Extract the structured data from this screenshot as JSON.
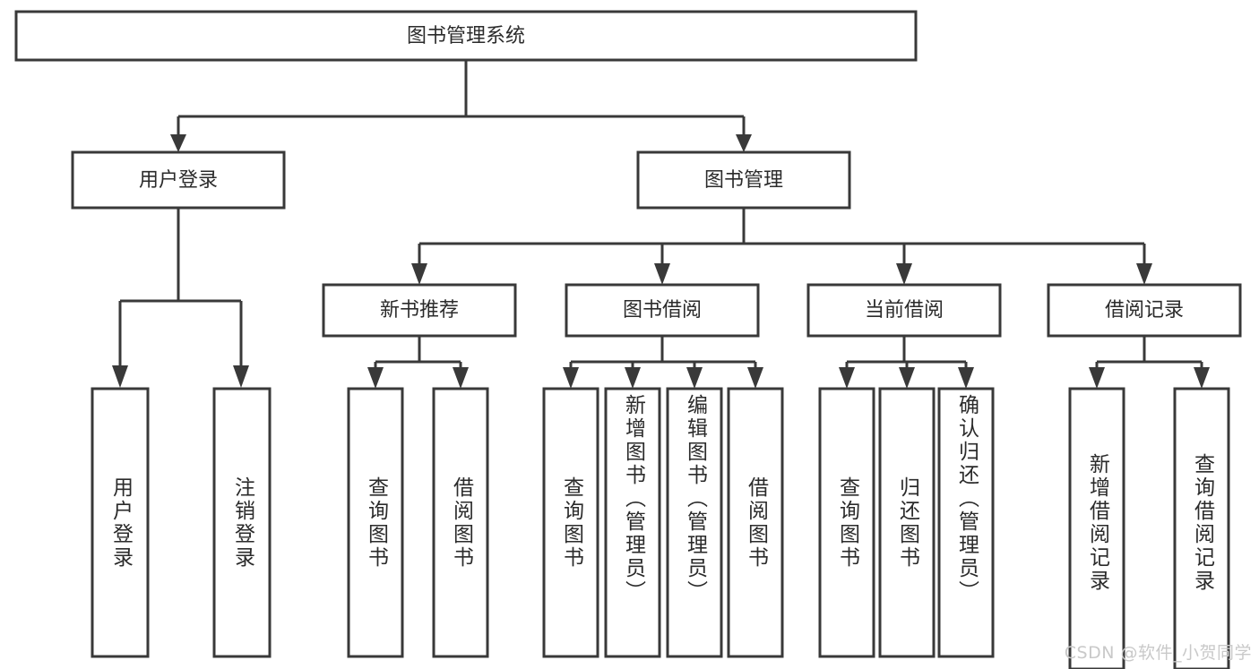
{
  "diagram": {
    "type": "tree",
    "orientation": "top-down",
    "root": {
      "id": "root",
      "label": "图书管理系统"
    },
    "level2": [
      {
        "id": "user-login",
        "label": "用户登录"
      },
      {
        "id": "book-manage",
        "label": "图书管理"
      }
    ],
    "level3": [
      {
        "id": "new-book-recommend",
        "label": "新书推荐",
        "parent": "book-manage"
      },
      {
        "id": "book-borrow",
        "label": "图书借阅",
        "parent": "book-manage"
      },
      {
        "id": "current-borrow",
        "label": "当前借阅",
        "parent": "book-manage"
      },
      {
        "id": "borrow-record",
        "label": "借阅记录",
        "parent": "book-manage"
      }
    ],
    "leaves": [
      {
        "id": "leaf-user-login",
        "label": "用户登录",
        "parent": "user-login"
      },
      {
        "id": "leaf-logout-login",
        "label": "注销登录",
        "parent": "user-login"
      },
      {
        "id": "leaf-query-book-1",
        "label": "查询图书",
        "parent": "new-book-recommend"
      },
      {
        "id": "leaf-borrow-book-1",
        "label": "借阅图书",
        "parent": "new-book-recommend"
      },
      {
        "id": "leaf-query-book-2",
        "label": "查询图书",
        "parent": "book-borrow"
      },
      {
        "id": "leaf-add-book",
        "label": "新增图书（管理员）",
        "parent": "book-borrow"
      },
      {
        "id": "leaf-edit-book",
        "label": "编辑图书（管理员）",
        "parent": "book-borrow"
      },
      {
        "id": "leaf-borrow-book-2",
        "label": "借阅图书",
        "parent": "book-borrow"
      },
      {
        "id": "leaf-query-book-3",
        "label": "查询图书",
        "parent": "current-borrow"
      },
      {
        "id": "leaf-return-book",
        "label": "归还图书",
        "parent": "current-borrow"
      },
      {
        "id": "leaf-confirm-return",
        "label": "确认归还（管理员）",
        "parent": "current-borrow"
      },
      {
        "id": "leaf-add-record",
        "label": "新增借阅记录",
        "parent": "borrow-record"
      },
      {
        "id": "leaf-query-record",
        "label": "查询借阅记录",
        "parent": "borrow-record"
      }
    ]
  },
  "watermark": {
    "text": "CSDN @软件_小贺同学"
  },
  "colors": {
    "stroke": "#393939",
    "box_fill": "#ffffff",
    "text": "#2b2b2b",
    "watermark": "#c9c9c9",
    "background": "#ffffff"
  }
}
